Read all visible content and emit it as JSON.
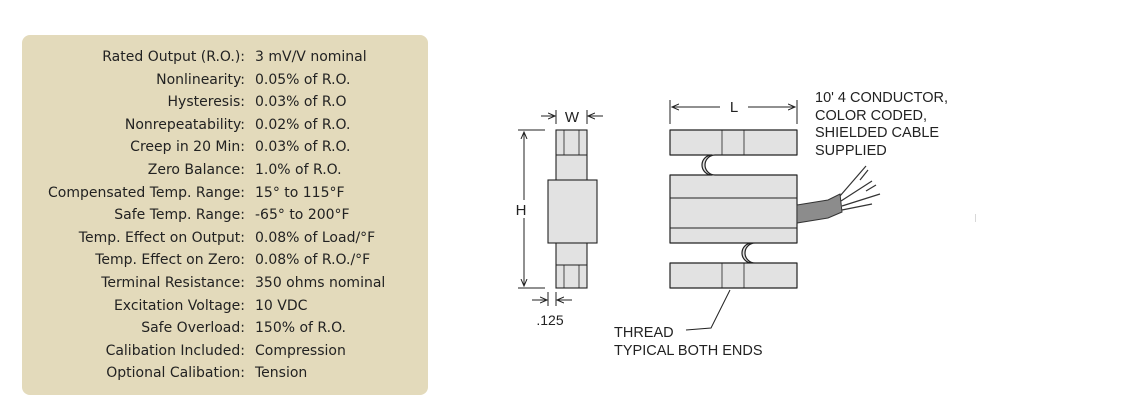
{
  "specs": {
    "rows": [
      {
        "label": "Rated Output (R.O.):",
        "value": "3 mV/V nominal"
      },
      {
        "label": "Nonlinearity:",
        "value": "0.05% of R.O."
      },
      {
        "label": "Hysteresis:",
        "value": "0.03% of R.O"
      },
      {
        "label": "Nonrepeatability:",
        "value": "0.02% of R.O."
      },
      {
        "label": "Creep in 20 Min:",
        "value": "0.03% of R.O."
      },
      {
        "label": "Zero Balance:",
        "value": "1.0% of R.O."
      },
      {
        "label": "Compensated Temp. Range:",
        "value": "15° to 115°F"
      },
      {
        "label": "Safe Temp. Range:",
        "value": "-65° to 200°F"
      },
      {
        "label": "Temp. Effect on Output:",
        "value": "0.08% of Load/°F"
      },
      {
        "label": "Temp. Effect on Zero:",
        "value": "0.08% of R.O./°F"
      },
      {
        "label": "Terminal Resistance:",
        "value": "350 ohms nominal"
      },
      {
        "label": "Excitation Voltage:",
        "value": "10 VDC"
      },
      {
        "label": "Safe Overload:",
        "value": "150% of R.O."
      },
      {
        "label": "Calibation Included:",
        "value": "Compression"
      },
      {
        "label": "Optional Calibation:",
        "value": "Tension"
      }
    ]
  },
  "drawing": {
    "dim_w": "W",
    "dim_h": "H",
    "dim_l": "L",
    "dim_thickness": ".125",
    "cable_note": [
      "10' 4 CONDUCTOR,",
      "COLOR CODED,",
      "SHIELDED CABLE",
      "SUPPLIED"
    ],
    "thread_note": [
      "THREAD",
      "TYPICAL BOTH ENDS"
    ]
  },
  "colors": {
    "panel_bg": "#e3dabb",
    "part_fill": "#e2e2e2",
    "part_stroke": "#222222"
  }
}
